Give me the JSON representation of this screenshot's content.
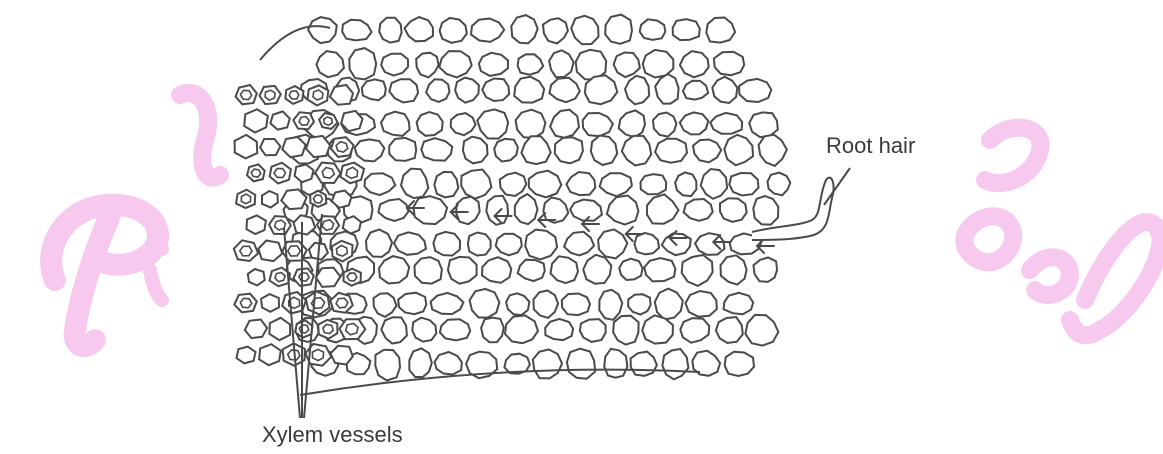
{
  "diagram": {
    "labels": {
      "root_hair": "Root hair",
      "xylem_vessels": "Xylem vessels"
    },
    "flow_arrow_count": 9,
    "colors": {
      "ink": "#4a4a4a",
      "watermark": "#f6c6ec"
    }
  },
  "watermark": {
    "text": "Pinkschool",
    "kind": "watermark"
  }
}
